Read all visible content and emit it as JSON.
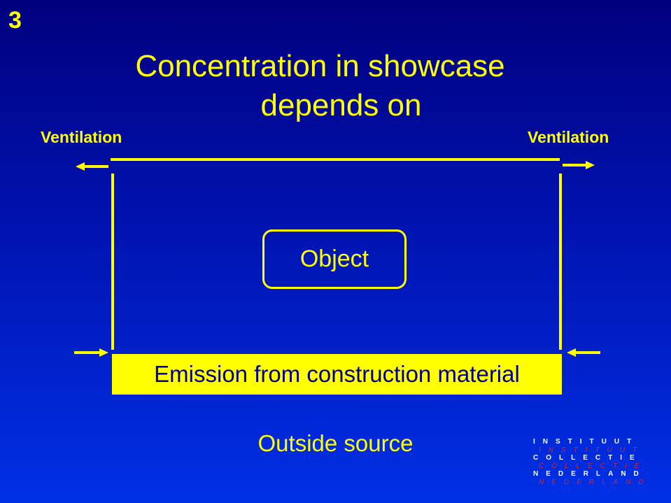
{
  "slide": {
    "number": "3"
  },
  "title": {
    "line1": "Concentration in showcase",
    "line2": "depends on"
  },
  "labels": {
    "ventilation_left": "Ventilation",
    "ventilation_right": "Ventilation",
    "object": "Object",
    "emission": "Emission from construction material",
    "outside": "Outside source"
  },
  "logo": {
    "lines": [
      {
        "text": "INSTITUUT",
        "style": "white"
      },
      {
        "text": "INSTITUUT",
        "style": "red"
      },
      {
        "text": "COLLECTIE",
        "style": "white"
      },
      {
        "text": "COLLECTIE",
        "style": "red"
      },
      {
        "text": "NEDERLAND",
        "style": "white"
      },
      {
        "text": "NEDERLAND",
        "style": "red"
      }
    ]
  },
  "colors": {
    "background_top": "#00007e",
    "background_bottom": "#0030e6",
    "accent": "#ffff00",
    "emission_text": "#00008b",
    "logo_white": "#ffffff",
    "logo_red": "#e0202a"
  }
}
